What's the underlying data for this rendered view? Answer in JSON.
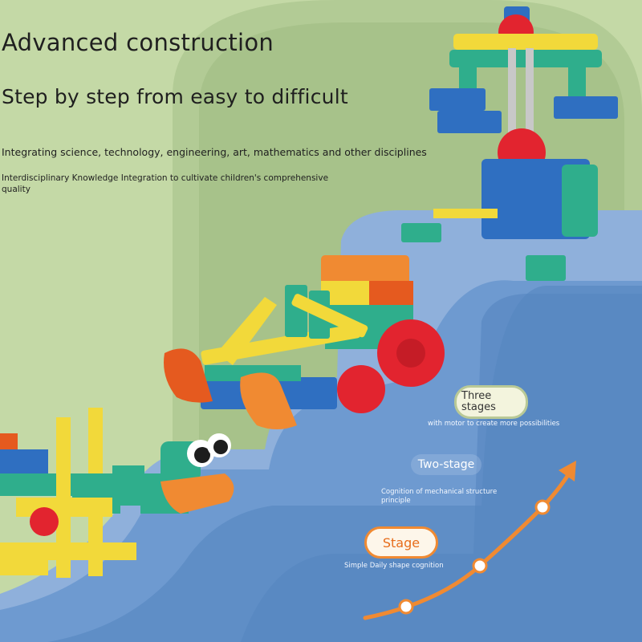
{
  "header": {
    "headline": "Advanced construction",
    "subhead": "Step by step from easy to difficult",
    "desc_line1": "Integrating science, technology, engineering, art, mathematics and other disciplines",
    "desc_line2": "Interdisciplinary Knowledge Integration to cultivate children's comprehensive quality"
  },
  "stages": {
    "three": {
      "label": "Three stages",
      "caption": "with motor to create more possibilities"
    },
    "two": {
      "label": "Two-stage",
      "caption": "Cognition of mechanical structure principle"
    },
    "one": {
      "label": "Stage",
      "caption": "Simple Daily shape cognition"
    }
  },
  "colors": {
    "background": "#c4d9a6",
    "arch": "#a9c48e",
    "step": "#5f8ec6",
    "arrow": "#f08a32",
    "accent_text": "#e76d1b"
  }
}
